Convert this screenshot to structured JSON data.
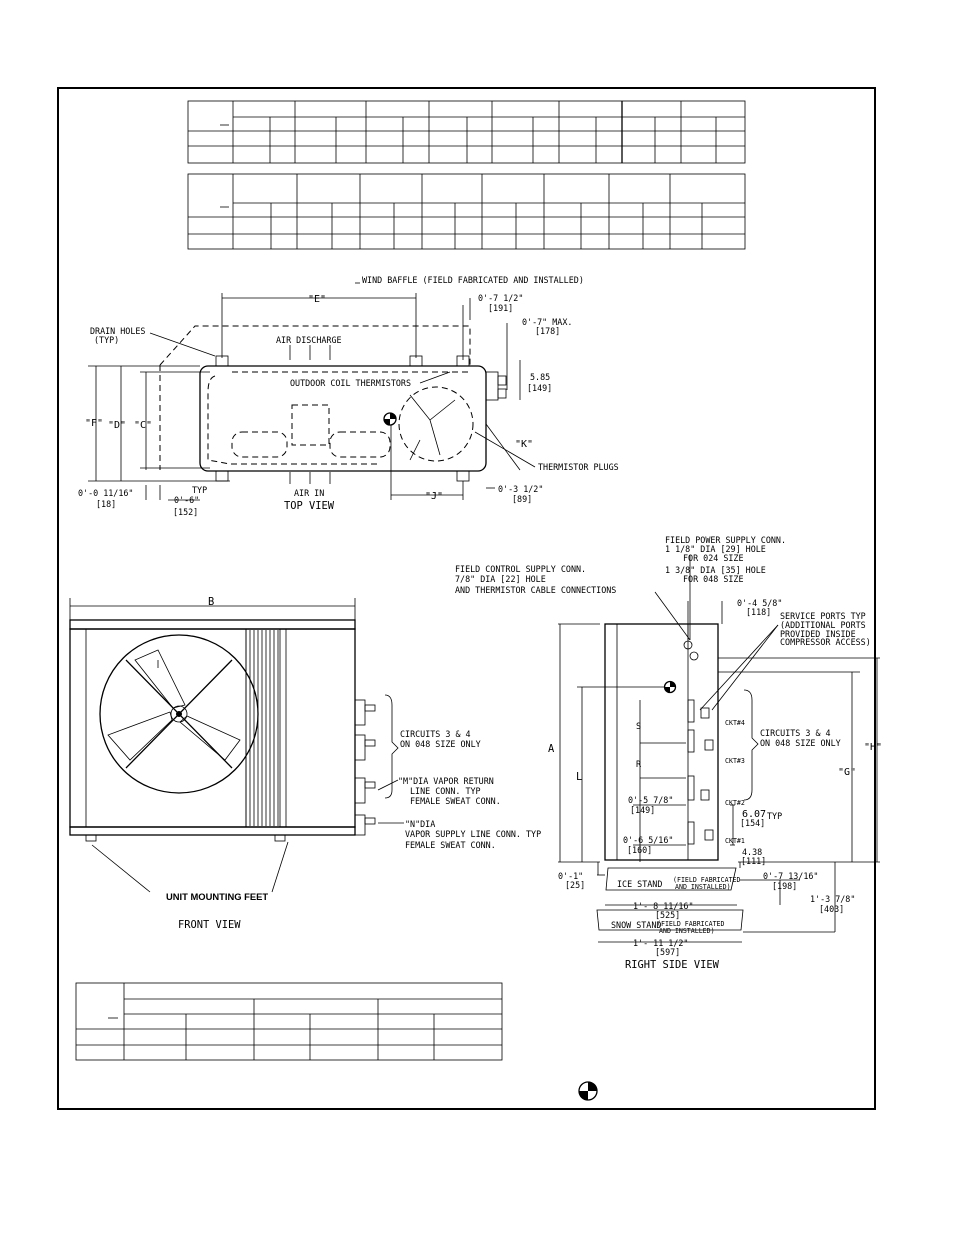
{
  "top_view": {
    "title": "TOP VIEW",
    "wind_baffle": "WIND BAFFLE (FIELD FABRICATED AND INSTALLED)",
    "drain_holes": "DRAIN HOLES",
    "drain_typ": "(TYP)",
    "air_discharge": "AIR DISCHARGE",
    "coil_thermistors": "OUTDOOR COIL THERMISTORS",
    "thermistor_plugs": "THERMISTOR PLUGS",
    "air_in": "AIR IN",
    "typ": "TYP",
    "dims": {
      "e": "\"E\"",
      "f": "\"F\"",
      "d": "\"D\"",
      "c": "\"C\"",
      "j": "\"J\"",
      "k": "\"K\"",
      "d_0_7_half": "0'-7 1/2\"",
      "d_191": "[191]",
      "d_0_7_max": "0'-7\" MAX.",
      "d_178": "[178]",
      "d_5_85": "5.85",
      "d_149": "[149]",
      "d_0_0_11_16": "0'-0 11/16\"",
      "d_18": "[18]",
      "d_0_6": "0'-6\"",
      "d_152": "[152]",
      "d_0_3_half": "0'-3 1/2\"",
      "d_89": "[89]"
    }
  },
  "front_view": {
    "title": "FRONT VIEW",
    "b": "B",
    "circuits_1": "CIRCUITS 3 & 4",
    "circuits_2": "ON 048 SIZE ONLY",
    "m_1": "\"M\"DIA VAPOR RETURN",
    "m_2": "LINE CONN. TYP",
    "m_3": "FEMALE SWEAT CONN.",
    "n_1": "\"N\"DIA",
    "n_2": "VAPOR SUPPLY LINE CONN. TYP",
    "n_3": "FEMALE SWEAT CONN.",
    "feet": "UNIT MOUNTING FEET"
  },
  "side_view": {
    "title": "RIGHT SIDE VIEW",
    "power_1": "FIELD POWER SUPPLY CONN.",
    "power_2": "1 1/8\" DIA [29] HOLE",
    "power_3": "FOR 024 SIZE",
    "power_4": "1 3/8\" DIA [35] HOLE",
    "power_5": "FOR 048 SIZE",
    "control_1": "FIELD CONTROL SUPPLY CONN.",
    "control_2": "7/8\" DIA [22] HOLE",
    "control_3": "AND THERMISTOR CABLE CONNECTIONS",
    "service_1": "SERVICE PORTS TYP",
    "service_2": "(ADDITIONAL PORTS",
    "service_3": "PROVIDED INSIDE",
    "service_4": "COMPRESSOR ACCESS)",
    "circuits_1": "CIRCUITS 3 & 4",
    "circuits_2": "ON 048 SIZE ONLY",
    "ice_stand": "ICE STAND",
    "ice_note_1": "(FIELD FABRICATED",
    "ice_note_2": "AND INSTALLED)",
    "snow_stand": "SNOW STAND",
    "snow_note_1": "(FIELD FABRICATED",
    "snow_note_2": "AND INSTALLED)",
    "ckt4": "CKT#4",
    "ckt3": "CKT#3",
    "ckt2": "CKT#2",
    "ckt1": "CKT#1",
    "dims": {
      "a": "A",
      "l": "L",
      "s": "S",
      "r": "R",
      "h": "\"H\"",
      "g": "\"G\"",
      "d_0_4_5_8": "0'-4 5/8\"",
      "d_118": "[118]",
      "d_0_5_7_8": "0'-5 7/8\"",
      "d_149": "[149]",
      "d_0_6_5_16": "0'-6 5/16\"",
      "d_160": "[160]",
      "d_6_07": "6.07",
      "d_typ": "TYP",
      "d_154": "[154]",
      "d_4_38": "4.38",
      "d_111": "[111]",
      "d_0_1": "0'-1\"",
      "d_25": "[25]",
      "d_0_7_13_16": "0'-7 13/16\"",
      "d_198": "[198]",
      "d_1_3_7_8": "1'-3 7/8\"",
      "d_403": "[403]",
      "d_1_8_11_16": "1'- 8 11/16\"",
      "d_525": "[525]",
      "d_1_11_half": "1'- 11 1/2\"",
      "d_597": "[597]"
    }
  }
}
